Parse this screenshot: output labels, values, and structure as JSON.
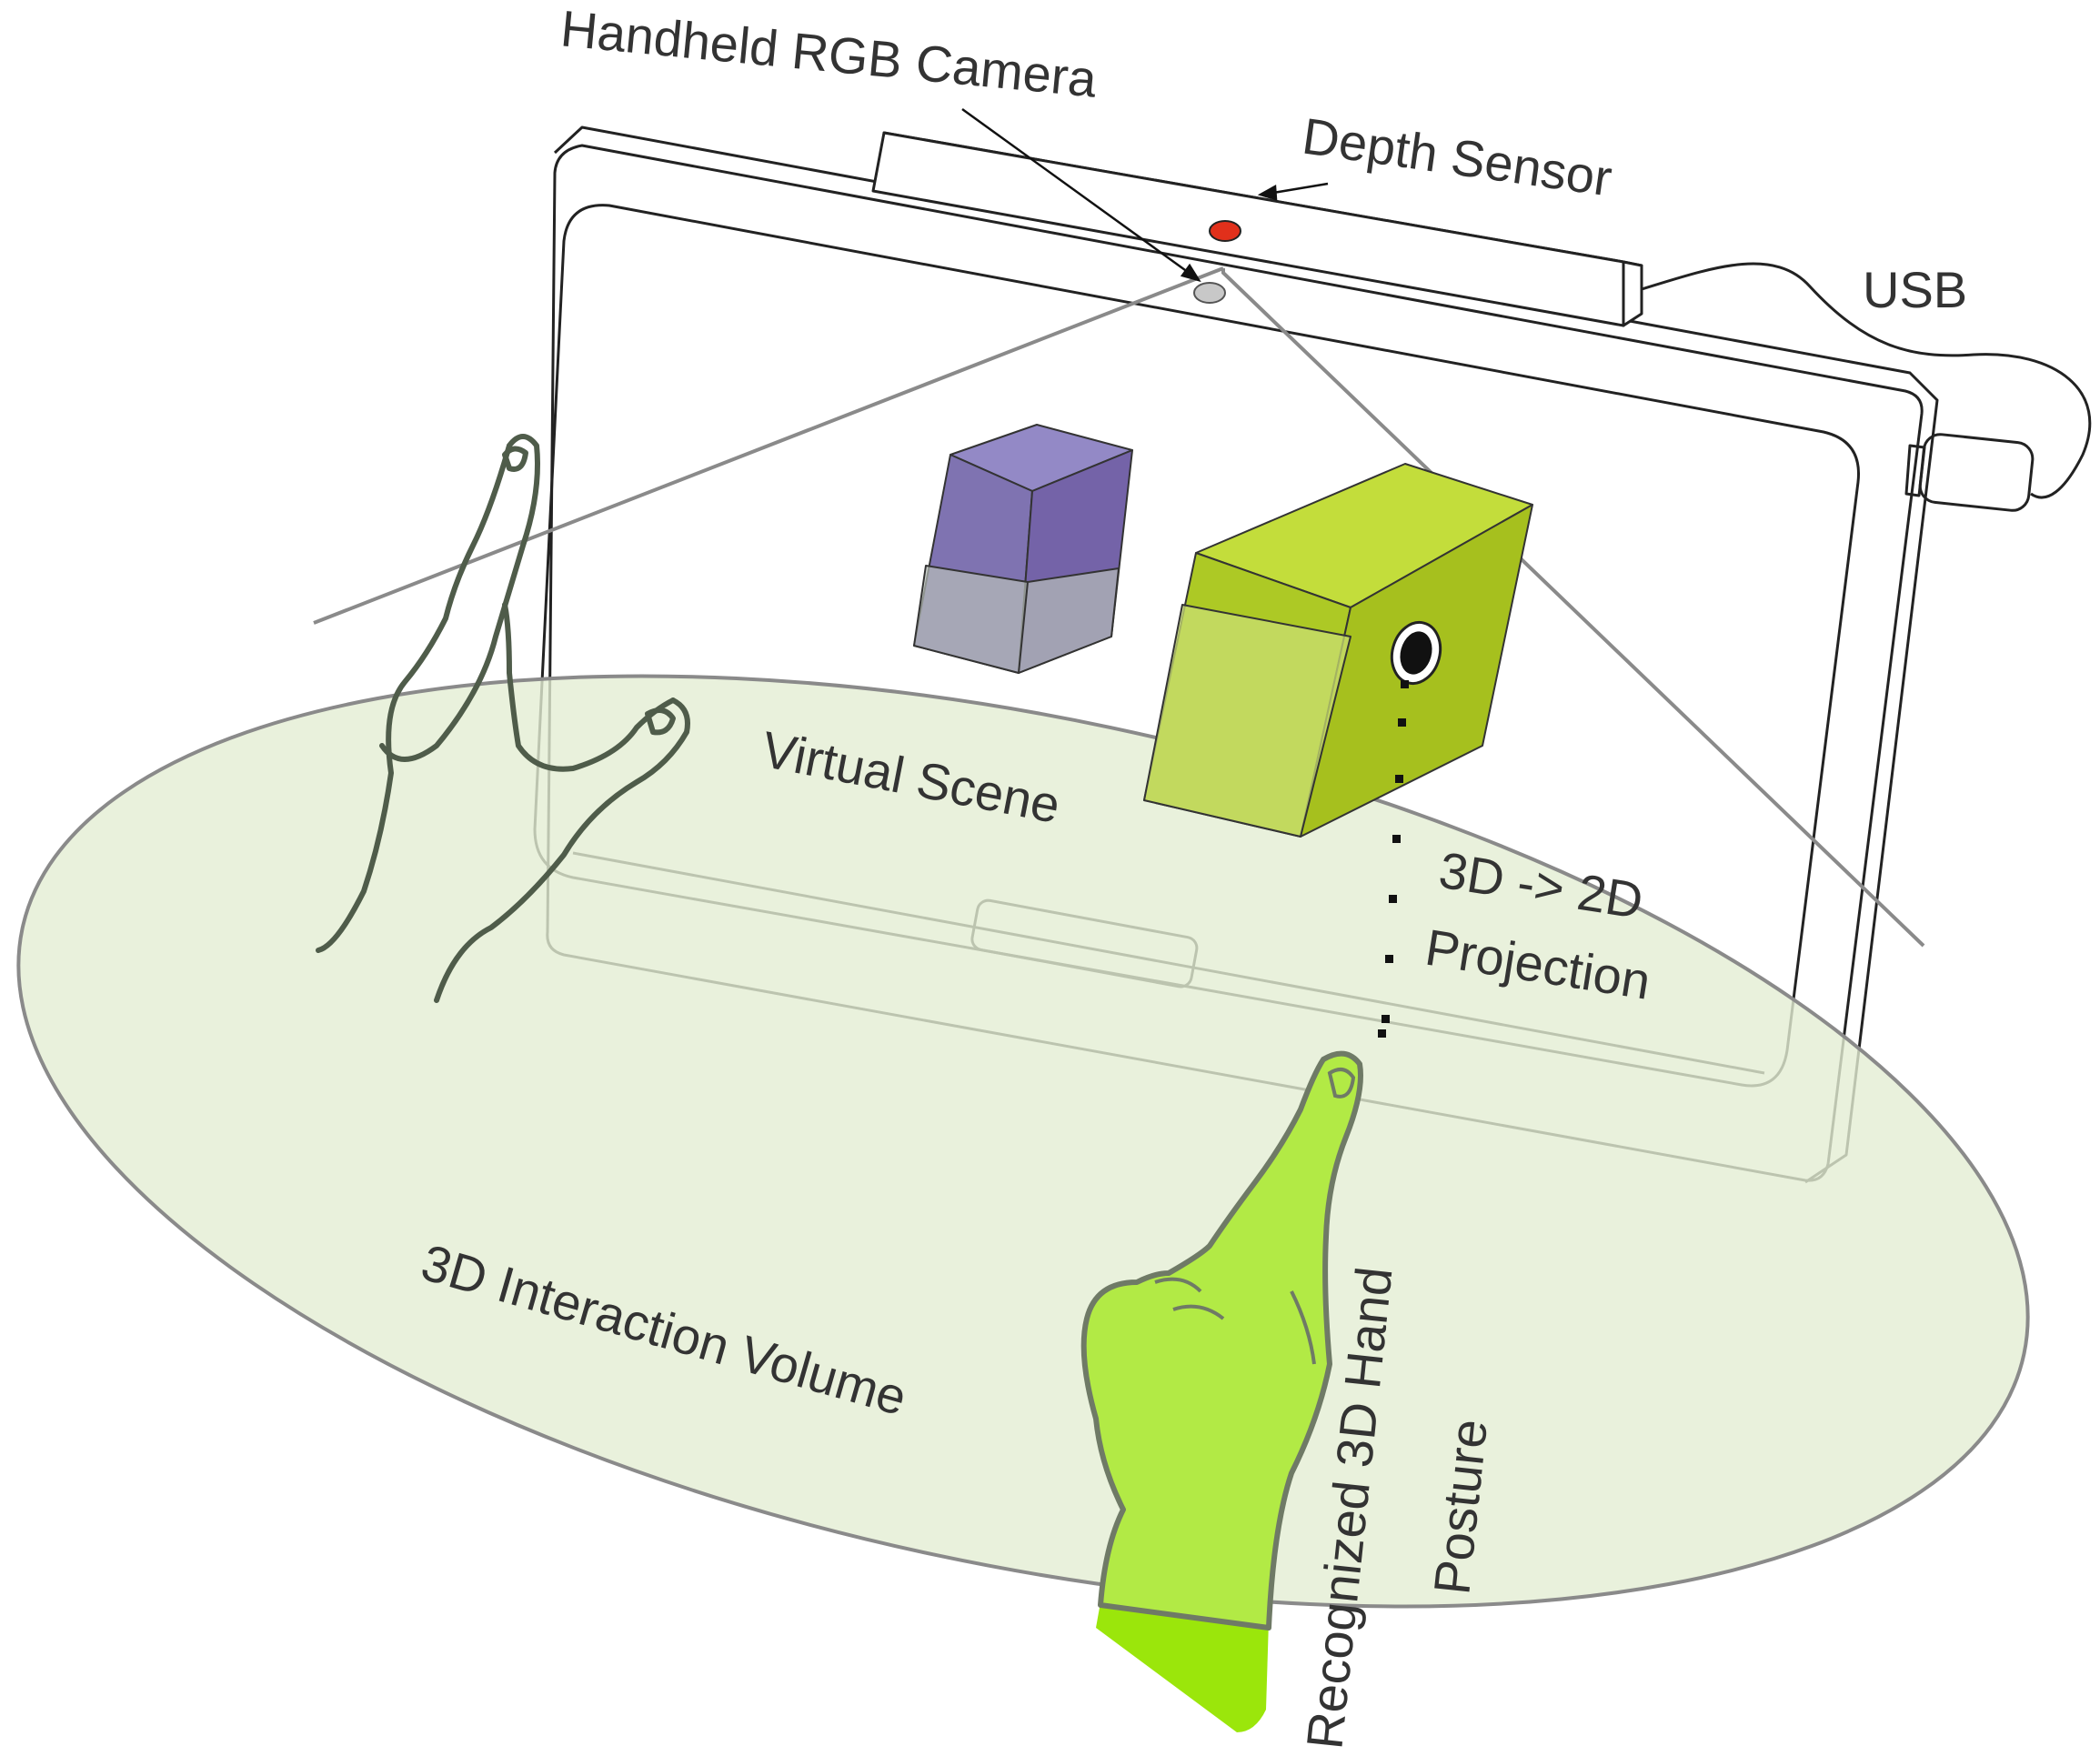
{
  "labels": {
    "rgb_camera": "Handheld RGB Camera",
    "depth_sensor": "Depth Sensor",
    "usb": "USB",
    "virtual_scene": "Virtual Scene",
    "projection_line1": "3D -> 2D",
    "projection_line2": "Projection",
    "interaction_volume": "3D Interaction Volume",
    "hand_posture_line1": "Recognized 3D Hand",
    "hand_posture_line2": "Posture"
  },
  "colors": {
    "volume_fill": "#e3edd3",
    "volume_stroke": "#8a8a8a",
    "purple_cube": "#7f73b1",
    "green_cube": "#adc925",
    "hand_fill": "#b2ea45",
    "hand_wrist": "#9be60b",
    "depth_led": "#e1301b",
    "rgb_lens": "#c8c8c8",
    "outline": "#222222"
  }
}
